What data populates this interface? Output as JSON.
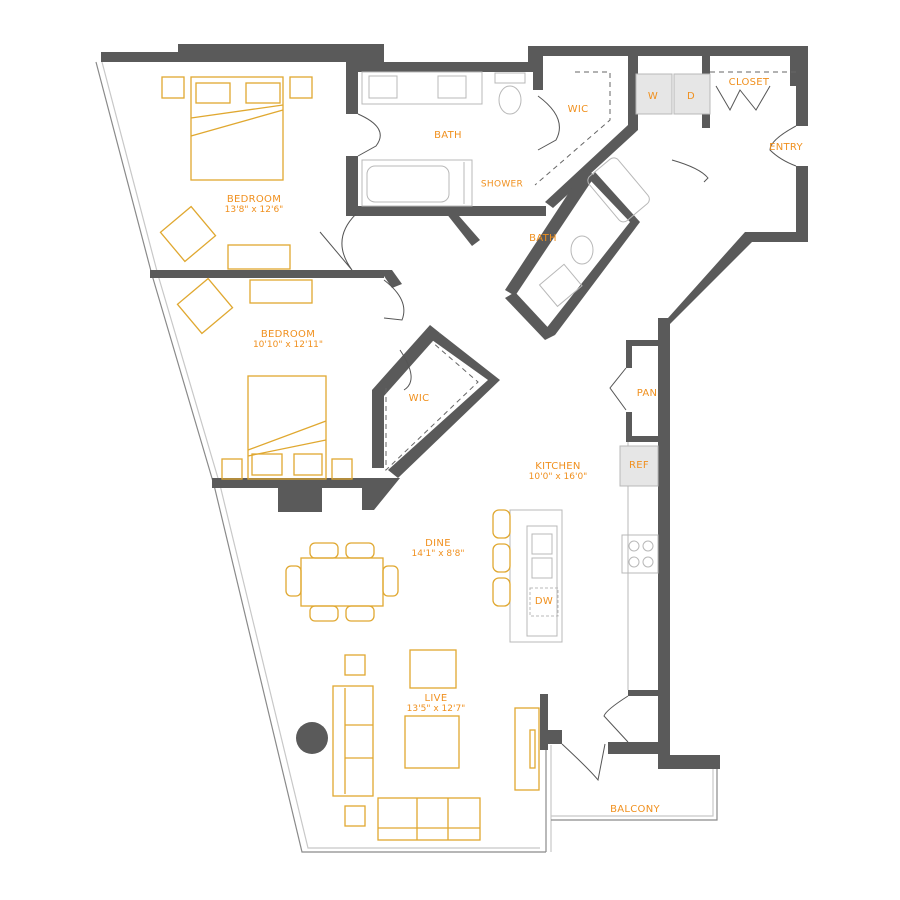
{
  "floorplan": {
    "colors": {
      "wall": "#5a5a5a",
      "furniture": "#e0a830",
      "label": "#f0901e",
      "fixture": "#b8b8b8",
      "appliance_fill": "#e6e6e6"
    },
    "rooms": [
      {
        "id": "bedroom-1",
        "name": "BEDROOM",
        "dims": "13'8\" x 12'6\""
      },
      {
        "id": "bath-1",
        "name": "BATH",
        "dims": ""
      },
      {
        "id": "shower",
        "name": "SHOWER",
        "dims": ""
      },
      {
        "id": "wic-1",
        "name": "WIC",
        "dims": ""
      },
      {
        "id": "washer",
        "name": "W",
        "dims": ""
      },
      {
        "id": "dryer",
        "name": "D",
        "dims": ""
      },
      {
        "id": "closet",
        "name": "CLOSET",
        "dims": ""
      },
      {
        "id": "entry",
        "name": "ENTRY",
        "dims": ""
      },
      {
        "id": "bath-2",
        "name": "BATH",
        "dims": ""
      },
      {
        "id": "bedroom-2",
        "name": "BEDROOM",
        "dims": "10'10\" x 12'11\""
      },
      {
        "id": "wic-2",
        "name": "WIC",
        "dims": ""
      },
      {
        "id": "pantry",
        "name": "PAN",
        "dims": ""
      },
      {
        "id": "ref",
        "name": "REF",
        "dims": ""
      },
      {
        "id": "kitchen",
        "name": "KITCHEN",
        "dims": "10'0\" x 16'0\""
      },
      {
        "id": "dine",
        "name": "DINE",
        "dims": "14'1\" x 8'8\""
      },
      {
        "id": "dishwasher",
        "name": "DW",
        "dims": ""
      },
      {
        "id": "live",
        "name": "LIVE",
        "dims": "13'5\" x 12'7\""
      },
      {
        "id": "balcony",
        "name": "BALCONY",
        "dims": ""
      }
    ]
  }
}
